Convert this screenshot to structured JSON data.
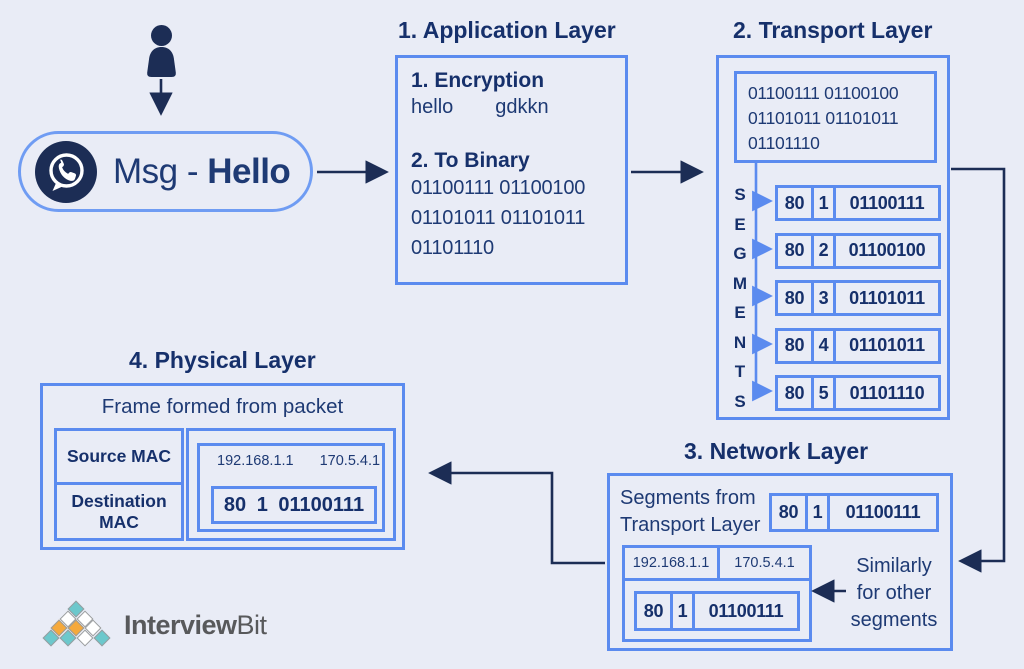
{
  "colors": {
    "background": "#e9ecf6",
    "box_border_blue": "#5b8bef",
    "pill_border_blue": "#6f9cf3",
    "navy_text": "#1e3a74",
    "dark_ink": "#1c2d55",
    "logo_teal": "#6cc8cc",
    "logo_orange": "#f5a93c",
    "logo_white": "#ffffff",
    "logo_text_gray": "#58595b"
  },
  "icons": [
    "person-icon",
    "whatsapp-icon",
    "arrow-icon"
  ],
  "source": {
    "message_label": "Msg - ",
    "message_value": "Hello"
  },
  "application_layer": {
    "title": "1. Application Layer",
    "encryption_heading": "1. Encryption",
    "plain_text": "hello",
    "encrypted_text": "gdkkn",
    "binary_heading": "2. To Binary",
    "binary_lines": [
      "01100111 01100100",
      "01101011 01101011",
      "01101110"
    ]
  },
  "transport_layer": {
    "title": "2. Transport Layer",
    "binary_lines": [
      "01100111 01100100",
      "01101011 01101011",
      "01101110"
    ],
    "segments_label": "SEGMENTS",
    "segments": [
      {
        "port": "80",
        "seq": "1",
        "data": "01100111"
      },
      {
        "port": "80",
        "seq": "2",
        "data": "01100100"
      },
      {
        "port": "80",
        "seq": "3",
        "data": "01101011"
      },
      {
        "port": "80",
        "seq": "4",
        "data": "01101011"
      },
      {
        "port": "80",
        "seq": "5",
        "data": "01101110"
      }
    ]
  },
  "network_layer": {
    "title": "3. Network Layer",
    "source_note_line1": "Segments from",
    "source_note_line2": "Transport Layer",
    "segment": {
      "port": "80",
      "seq": "1",
      "data": "01100111"
    },
    "packet": {
      "source_ip": "192.168.1.1",
      "dest_ip": "170.5.4.1",
      "segment": {
        "port": "80",
        "seq": "1",
        "data": "01100111"
      }
    },
    "similar_note_line1": "Similarly",
    "similar_note_line2": "for other",
    "similar_note_line3": "segments"
  },
  "physical_layer": {
    "title": "4. Physical Layer",
    "frame_heading": "Frame formed from packet",
    "source_mac_label": "Source MAC",
    "dest_mac_label_line1": "Destination",
    "dest_mac_label_line2": "MAC",
    "packet": {
      "source_ip": "192.168.1.1",
      "dest_ip": "170.5.4.1",
      "segment_text": "80 1 01100111"
    }
  },
  "branding": {
    "logo_text_bold": "Interview",
    "logo_text_light": "Bit",
    "logo_rows": [
      [
        "teal"
      ],
      [
        "white",
        "white"
      ],
      [
        "orange",
        "orange",
        "white"
      ],
      [
        "teal",
        "teal",
        "white",
        "teal"
      ]
    ]
  }
}
